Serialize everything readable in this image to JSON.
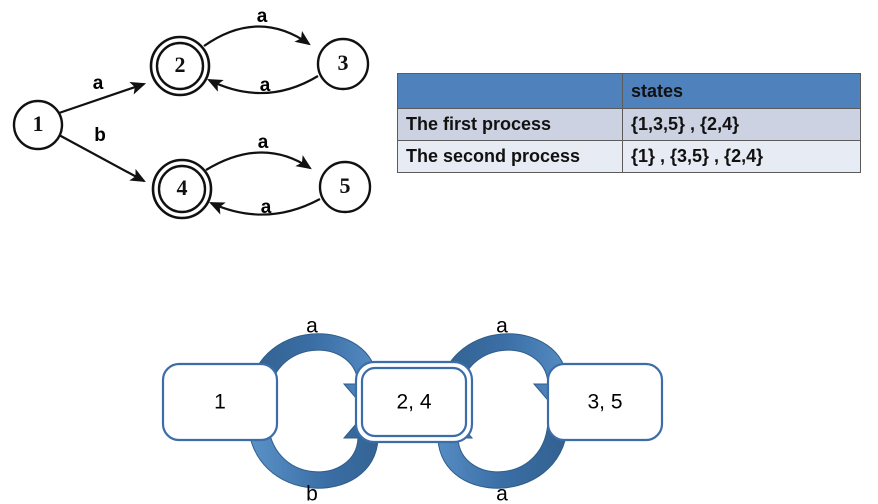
{
  "nfa": {
    "title": "nondeterministic-automaton",
    "states": [
      {
        "id": "1",
        "label": "1",
        "accepting": false
      },
      {
        "id": "2",
        "label": "2",
        "accepting": true
      },
      {
        "id": "3",
        "label": "3",
        "accepting": false
      },
      {
        "id": "4",
        "label": "4",
        "accepting": true
      },
      {
        "id": "5",
        "label": "5",
        "accepting": false
      }
    ],
    "transitions": [
      {
        "from": "1",
        "to": "2",
        "label": "a"
      },
      {
        "from": "1",
        "to": "4",
        "label": "b"
      },
      {
        "from": "2",
        "to": "3",
        "label": "a"
      },
      {
        "from": "3",
        "to": "2",
        "label": "a"
      },
      {
        "from": "4",
        "to": "5",
        "label": "a"
      },
      {
        "from": "5",
        "to": "4",
        "label": "a"
      }
    ]
  },
  "table": {
    "header": {
      "empty": "",
      "states": "states"
    },
    "rows": [
      {
        "label": "The first process",
        "value": "{1,3,5} , {2,4}"
      },
      {
        "label": "The second process",
        "value": "{1} , {3,5} , {2,4}"
      }
    ]
  },
  "dfa": {
    "title": "minimized-automaton",
    "states": [
      {
        "id": "s1",
        "label": "1",
        "accepting": false
      },
      {
        "id": "s24",
        "label": "2, 4",
        "accepting": true
      },
      {
        "id": "s35",
        "label": "3, 5",
        "accepting": false
      }
    ],
    "transitions": [
      {
        "from": "s1",
        "to": "s24",
        "label": "a",
        "side": "top"
      },
      {
        "from": "s24",
        "to": "s1",
        "label": "b",
        "side": "bottom"
      },
      {
        "from": "s24",
        "to": "s35",
        "label": "a",
        "side": "top"
      },
      {
        "from": "s35",
        "to": "s24",
        "label": "a",
        "side": "bottom"
      }
    ]
  },
  "colors": {
    "table_header": "#4f81bd",
    "table_row_first": "#ccd2e1",
    "table_row_second": "#e7ebf3",
    "arrow_blue": "#3a6ea5",
    "arrow_blue_light": "#4d85bd",
    "box_border": "#3c6da8",
    "automaton_stroke": "#111111"
  }
}
